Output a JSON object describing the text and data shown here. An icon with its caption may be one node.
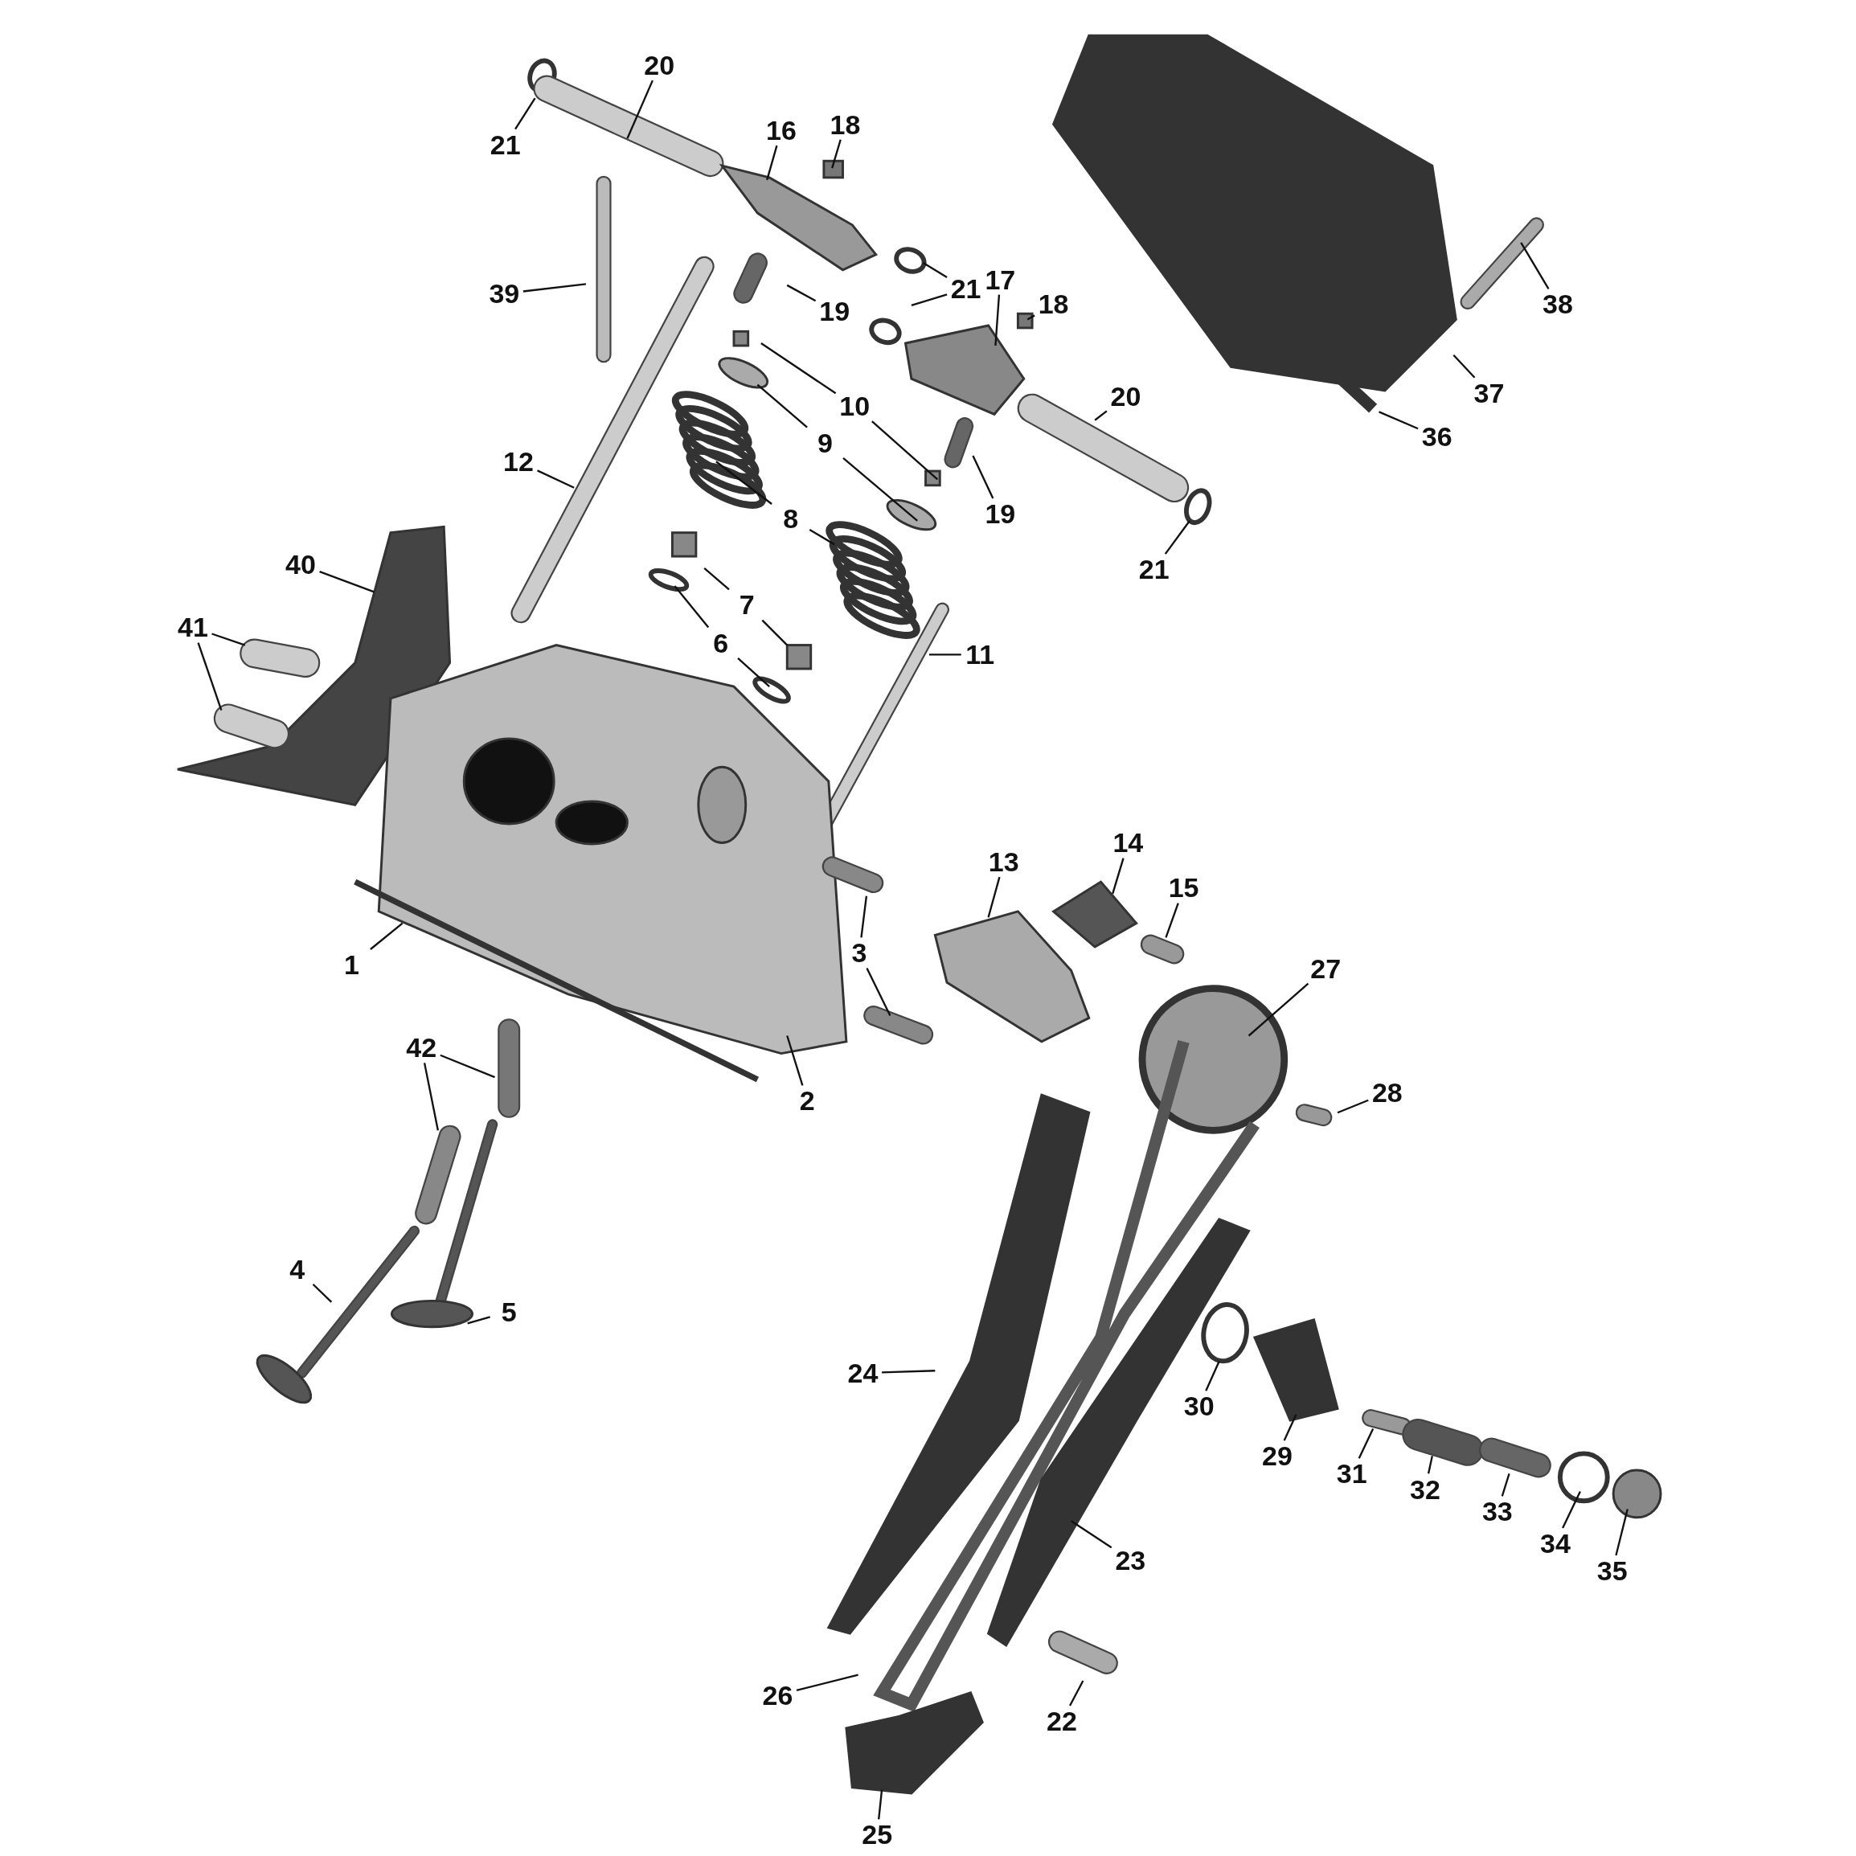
{
  "diagram": {
    "nodes": [
      {
        "text": [
          "20"
        ]
      },
      {
        "text": [
          "21"
        ]
      },
      {
        "text": [
          "16"
        ]
      },
      {
        "text": [
          "18"
        ]
      },
      {
        "text": [
          "39"
        ]
      },
      {
        "text": [
          "19"
        ]
      },
      {
        "text": [
          "21"
        ]
      },
      {
        "text": [
          "17"
        ]
      },
      {
        "text": [
          "18"
        ]
      },
      {
        "text": [
          "38"
        ]
      },
      {
        "text": [
          "37"
        ]
      },
      {
        "text": [
          "20"
        ]
      },
      {
        "text": [
          "10"
        ]
      },
      {
        "text": [
          "36"
        ]
      },
      {
        "text": [
          "9"
        ]
      },
      {
        "text": [
          "12"
        ]
      },
      {
        "text": [
          "19"
        ]
      },
      {
        "text": [
          "8"
        ]
      },
      {
        "text": [
          "40"
        ]
      },
      {
        "text": [
          "21"
        ]
      },
      {
        "text": [
          "7"
        ]
      },
      {
        "text": [
          "41"
        ]
      },
      {
        "text": [
          "6"
        ]
      },
      {
        "text": [
          "11"
        ]
      },
      {
        "text": [
          "14"
        ]
      },
      {
        "text": [
          "13"
        ]
      },
      {
        "text": [
          "15"
        ]
      },
      {
        "text": [
          "3"
        ]
      },
      {
        "text": [
          "1"
        ]
      },
      {
        "text": [
          "27"
        ]
      },
      {
        "text": [
          "42"
        ]
      },
      {
        "text": [
          "28"
        ]
      },
      {
        "text": [
          "2"
        ]
      },
      {
        "text": [
          "4"
        ]
      },
      {
        "text": [
          "5"
        ]
      },
      {
        "text": [
          "24"
        ]
      },
      {
        "text": [
          "30"
        ]
      },
      {
        "text": [
          "29"
        ]
      },
      {
        "text": [
          "31"
        ]
      },
      {
        "text": [
          "32"
        ]
      },
      {
        "text": [
          "33"
        ]
      },
      {
        "text": [
          "34"
        ]
      },
      {
        "text": [
          "23"
        ]
      },
      {
        "text": [
          "35"
        ]
      },
      {
        "text": [
          "26"
        ]
      },
      {
        "text": [
          "22"
        ]
      },
      {
        "text": [
          "25"
        ]
      }
    ],
    "edges": [
      {
        "from": 0,
        "to": null,
        "arrow": "none"
      },
      {
        "from": 1,
        "to": null,
        "arrow": "none"
      },
      {
        "from": 2,
        "to": null,
        "arrow": "none"
      },
      {
        "from": 3,
        "to": null,
        "arrow": "none"
      },
      {
        "from": 4,
        "to": null,
        "arrow": "none"
      },
      {
        "from": 5,
        "to": null,
        "arrow": "none"
      },
      {
        "from": 6,
        "to": null,
        "arrow": "none"
      },
      {
        "from": 6,
        "to": null,
        "arrow": "none"
      },
      {
        "from": 7,
        "to": null,
        "arrow": "none"
      },
      {
        "from": 8,
        "to": null,
        "arrow": "none"
      },
      {
        "from": 9,
        "to": null,
        "arrow": "none"
      },
      {
        "from": 10,
        "to": null,
        "arrow": "none"
      },
      {
        "from": 11,
        "to": null,
        "arrow": "none"
      },
      {
        "from": 12,
        "to": null,
        "arrow": "none"
      },
      {
        "from": 12,
        "to": null,
        "arrow": "none"
      },
      {
        "from": 13,
        "to": null,
        "arrow": "none"
      },
      {
        "from": 14,
        "to": null,
        "arrow": "none"
      },
      {
        "from": 14,
        "to": null,
        "arrow": "none"
      },
      {
        "from": 15,
        "to": null,
        "arrow": "none"
      },
      {
        "from": 16,
        "to": null,
        "arrow": "none"
      },
      {
        "from": 17,
        "to": null,
        "arrow": "none"
      },
      {
        "from": 17,
        "to": null,
        "arrow": "none"
      },
      {
        "from": 18,
        "to": null,
        "arrow": "none"
      },
      {
        "from": 19,
        "to": null,
        "arrow": "none"
      },
      {
        "from": 20,
        "to": null,
        "arrow": "none"
      },
      {
        "from": 20,
        "to": null,
        "arrow": "none"
      },
      {
        "from": 21,
        "to": null,
        "arrow": "none"
      },
      {
        "from": 21,
        "to": null,
        "arrow": "none"
      },
      {
        "from": 22,
        "to": null,
        "arrow": "none"
      },
      {
        "from": 22,
        "to": null,
        "arrow": "none"
      },
      {
        "from": 23,
        "to": null,
        "arrow": "none"
      },
      {
        "from": 24,
        "to": null,
        "arrow": "none"
      },
      {
        "from": 25,
        "to": null,
        "arrow": "none"
      },
      {
        "from": 26,
        "to": null,
        "arrow": "none"
      },
      {
        "from": 27,
        "to": null,
        "arrow": "none"
      },
      {
        "from": 27,
        "to": null,
        "arrow": "none"
      },
      {
        "from": 28,
        "to": null,
        "arrow": "none"
      },
      {
        "from": 29,
        "to": null,
        "arrow": "none"
      },
      {
        "from": 30,
        "to": null,
        "arrow": "none"
      },
      {
        "from": 30,
        "to": null,
        "arrow": "none"
      },
      {
        "from": 31,
        "to": null,
        "arrow": "none"
      },
      {
        "from": 32,
        "to": null,
        "arrow": "none"
      },
      {
        "from": 33,
        "to": null,
        "arrow": "none"
      },
      {
        "from": 34,
        "to": null,
        "arrow": "none"
      },
      {
        "from": 35,
        "to": null,
        "arrow": "none"
      },
      {
        "from": 36,
        "to": null,
        "arrow": "none"
      },
      {
        "from": 37,
        "to": null,
        "arrow": "none"
      },
      {
        "from": 38,
        "to": null,
        "arrow": "none"
      },
      {
        "from": 39,
        "to": null,
        "arrow": "none"
      },
      {
        "from": 40,
        "to": null,
        "arrow": "none"
      },
      {
        "from": 41,
        "to": null,
        "arrow": "none"
      },
      {
        "from": 42,
        "to": null,
        "arrow": "none"
      },
      {
        "from": 43,
        "to": null,
        "arrow": "none"
      },
      {
        "from": 44,
        "to": null,
        "arrow": "none"
      },
      {
        "from": 45,
        "to": null,
        "arrow": "none"
      },
      {
        "from": 46,
        "to": null,
        "arrow": "none"
      }
    ]
  }
}
